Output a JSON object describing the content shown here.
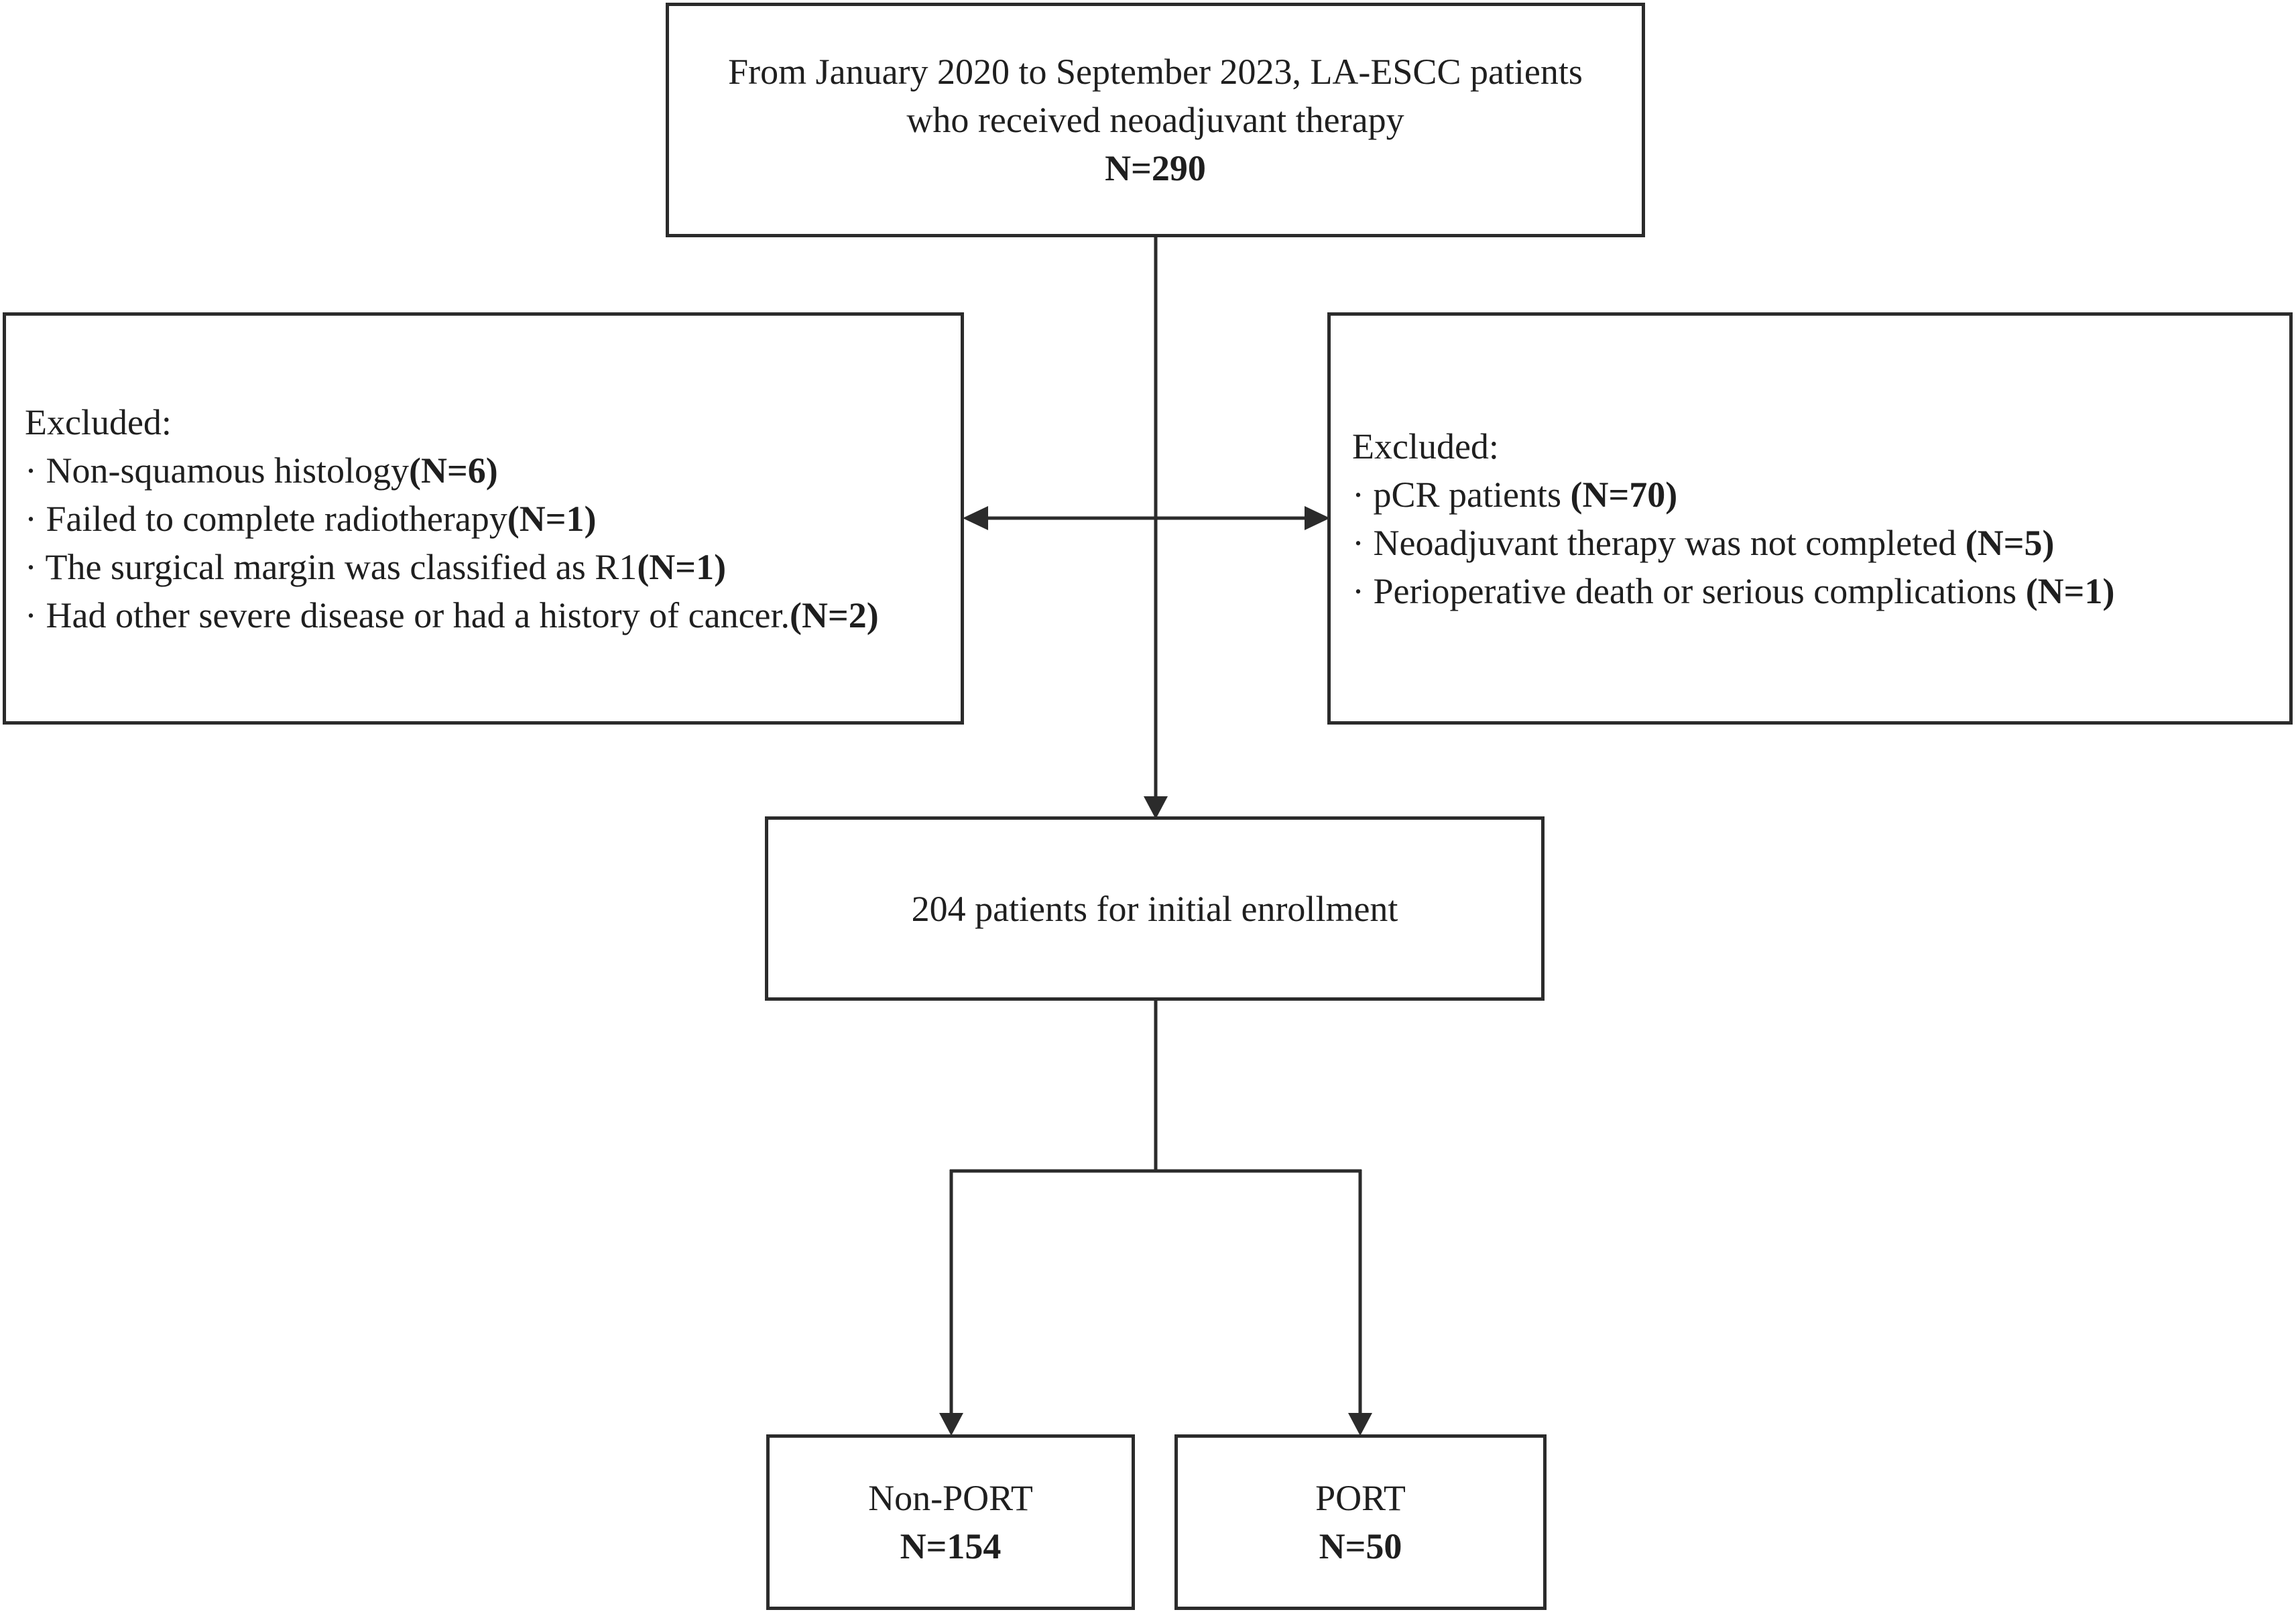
{
  "diagram": {
    "top": {
      "line1": "From January 2020 to September 2023, LA-ESCC patients",
      "line2": "who received neoadjuvant therapy",
      "count": "N=290"
    },
    "excluded_left": {
      "heading": "Excluded:",
      "items": [
        {
          "text": "· Non-squamous histology",
          "count": "(N=6)"
        },
        {
          "text": "· Failed to complete radiotherapy",
          "count": "(N=1)"
        },
        {
          "text": "· The surgical margin was classified as R1",
          "count": "(N=1)"
        },
        {
          "text": "· Had other severe disease or had a history of cancer.",
          "count": "(N=2)"
        }
      ]
    },
    "excluded_right": {
      "heading": "Excluded:",
      "items": [
        {
          "text": "· pCR patients ",
          "count": "(N=70)"
        },
        {
          "text": "· Neoadjuvant therapy was not completed ",
          "count": "(N=5)"
        },
        {
          "text": "· Perioperative death or serious complications ",
          "count": "(N=1)"
        }
      ]
    },
    "enrollment": {
      "label": "204 patients for initial enrollment"
    },
    "non_port": {
      "label": "Non-PORT",
      "count": "N=154"
    },
    "port": {
      "label": "PORT",
      "count": "N=50"
    }
  },
  "colors": {
    "line": "#2b2b2b",
    "text": "#1f1f1f",
    "background": "#ffffff"
  }
}
